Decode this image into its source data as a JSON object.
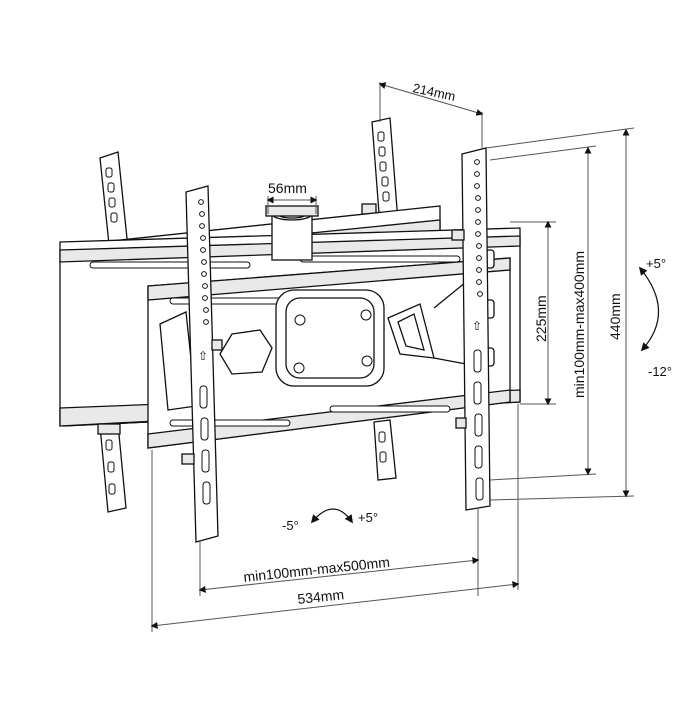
{
  "labels": {
    "arm_depth": "214mm",
    "column_width": "56mm",
    "inner_vertical": "225mm",
    "vesa_vertical": "min100mm-max400mm",
    "overall_height": "440mm",
    "tilt_up": "+5°",
    "tilt_down": "-12°",
    "swivel_left": "-5°",
    "swivel_right": "+5°",
    "vesa_horizontal": "min100mm-max500mm",
    "overall_width": "534mm"
  },
  "colors": {
    "line": "#111111",
    "dimension": "#555555",
    "shade": "#e9e9e9"
  }
}
